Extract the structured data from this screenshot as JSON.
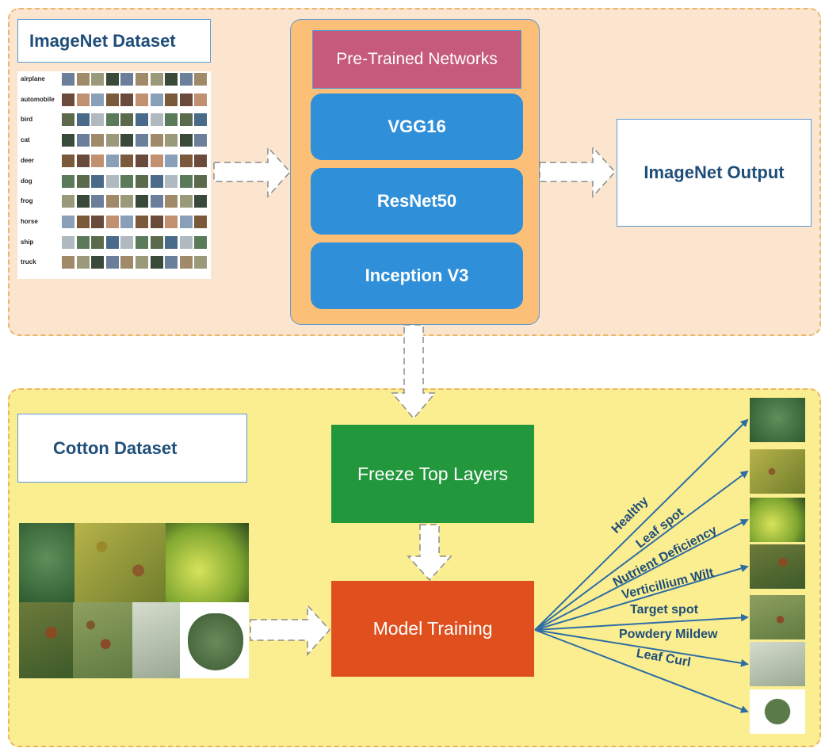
{
  "imagenet": {
    "title": "ImageNet Dataset",
    "classes": [
      "airplane",
      "automobile",
      "bird",
      "cat",
      "deer",
      "dog",
      "frog",
      "horse",
      "ship",
      "truck"
    ]
  },
  "pretrained": {
    "header": "Pre-Trained Networks",
    "networks": [
      "VGG16",
      "ResNet50",
      "Inception V3"
    ]
  },
  "output": {
    "label": "ImageNet Output"
  },
  "cotton": {
    "title": "Cotton Dataset"
  },
  "freeze": {
    "label": "Freeze Top Layers"
  },
  "training": {
    "label": "Model Training"
  },
  "classes": [
    "Healthy",
    "Leaf spot",
    "Nutrient Deficiency",
    "Verticillium Wilt",
    "Target spot",
    "Powdery Mildew",
    "Leaf Curl"
  ],
  "colors": {
    "top_panel": "#fbe5cf",
    "bottom_panel": "#fbee90",
    "networks_header": "#c55a7a",
    "network_block": "#2f8fd8",
    "freeze_box": "#22973c",
    "training_box": "#e0501f",
    "arrow_lines": "#2e6da4"
  }
}
